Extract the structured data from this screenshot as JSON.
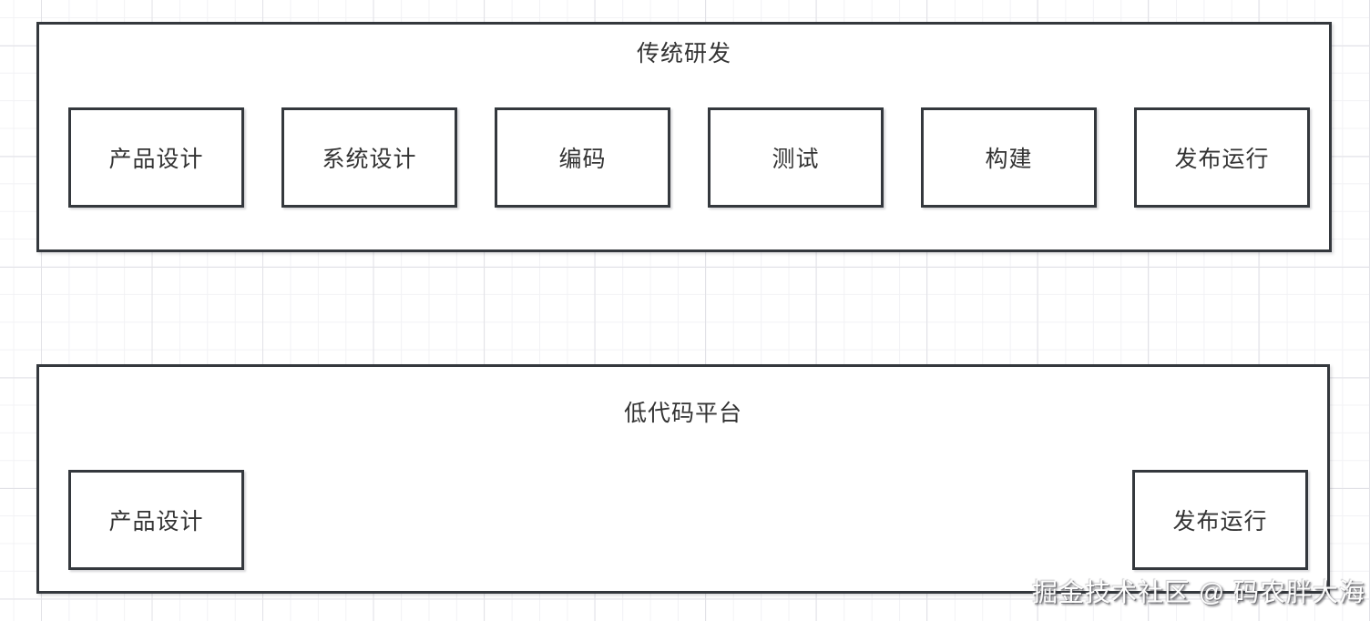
{
  "sections": [
    {
      "title": "传统研发",
      "steps": [
        "产品设计",
        "系统设计",
        "编码",
        "测试",
        "构建",
        "发布运行"
      ]
    },
    {
      "title": "低代码平台",
      "steps": [
        "产品设计",
        "发布运行"
      ]
    }
  ],
  "watermark": {
    "text": "掘金技术社区 @ 码农胖大海"
  },
  "colors": {
    "box_border": "#34383d",
    "text": "#333333",
    "box_background": "#ffffff",
    "grid_minor": "#f2f2f5",
    "grid_major": "#e2e2e7",
    "watermark_text": "#fdfdfd"
  }
}
